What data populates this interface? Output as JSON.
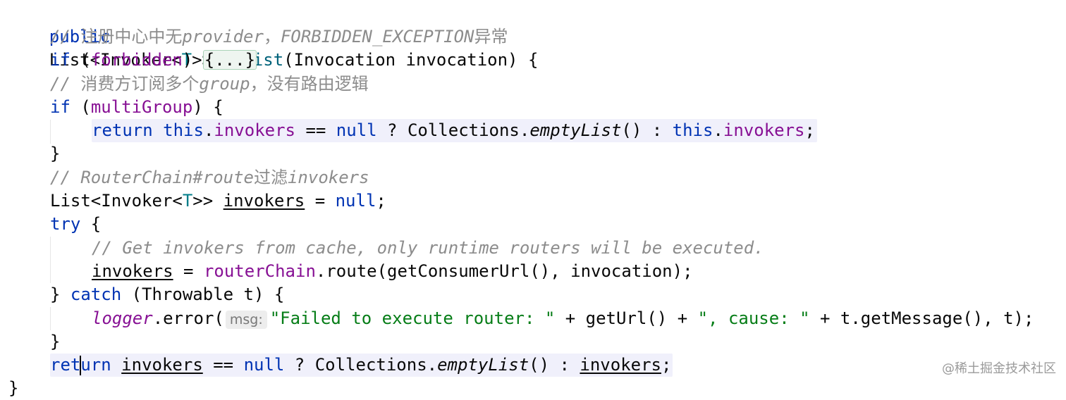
{
  "editor": {
    "line1": {
      "kw_public": "public",
      "t_list": "List<Invoker<",
      "t_type": "T",
      "t_close": ">> ",
      "method": "doList",
      "params": "(Invocation invocation) {"
    },
    "line2": {
      "slashes": "// ",
      "cjk_a": "注册中心中无",
      "word": "provider",
      "cjk_b": "，",
      "word2": "FORBIDDEN_EXCEPTION",
      "cjk_c": "异常"
    },
    "line3": {
      "kw_if": "if",
      "open": " (",
      "field": "forbidden",
      "close": ") ",
      "folded": "{...}"
    },
    "line4": {
      "slashes": "// ",
      "cjk_a": "消费方订阅多个",
      "word": "group",
      "cjk_b": "，没有路由逻辑"
    },
    "line5": {
      "kw_if": "if",
      "open": " (",
      "field": "multiGroup",
      "close": ") {"
    },
    "line6": {
      "kw_return": "return",
      "kw_this": "this",
      "dot": ".",
      "field": "invokers",
      "eq": " == ",
      "kw_null": "null",
      "q": " ? Collections.",
      "method": "emptyList",
      "rest": "() : ",
      "kw_this2": "this",
      "dot2": ".",
      "field2": "invokers",
      "semi": ";"
    },
    "line7": {
      "brace": "}"
    },
    "line8": {
      "text": "// RouterChain#route",
      "cjk": "过滤",
      "tail": "invokers"
    },
    "line9": {
      "t_list": "List<Invoker<",
      "t_type": "T",
      "t_close": ">> ",
      "var": "invokers",
      "eq": " = ",
      "kw_null": "null",
      "semi": ";"
    },
    "line10": {
      "kw_try": "try",
      "brace": " {"
    },
    "line11": {
      "comment": "// Get invokers from cache, only runtime routers will be executed."
    },
    "line12": {
      "var": "invokers",
      "eq": " = ",
      "field": "routerChain",
      "call": ".route(getConsumerUrl(), invocation);"
    },
    "line13": {
      "brace": "} ",
      "kw_catch": "catch",
      "rest": " (Throwable t) {"
    },
    "line14": {
      "field": "logger",
      "call": ".error(",
      "hint": "msg:",
      "str1": "\"Failed to execute router: \"",
      "mid": " + getUrl() + ",
      "str2": "\", cause: \"",
      "tail": " + t.getMessage(), t);"
    },
    "line15": {
      "brace": "}"
    },
    "line16": {
      "kw_ret_a": "ret",
      "kw_ret_b": "urn",
      "var": "invokers",
      "eq": " == ",
      "kw_null": "null",
      "q": " ? Collections.",
      "method": "emptyList",
      "rest": "() : ",
      "var2": "invokers",
      "semi": ";"
    },
    "line17": {
      "brace": "}"
    }
  },
  "watermark": "@稀土掘金技术社区"
}
